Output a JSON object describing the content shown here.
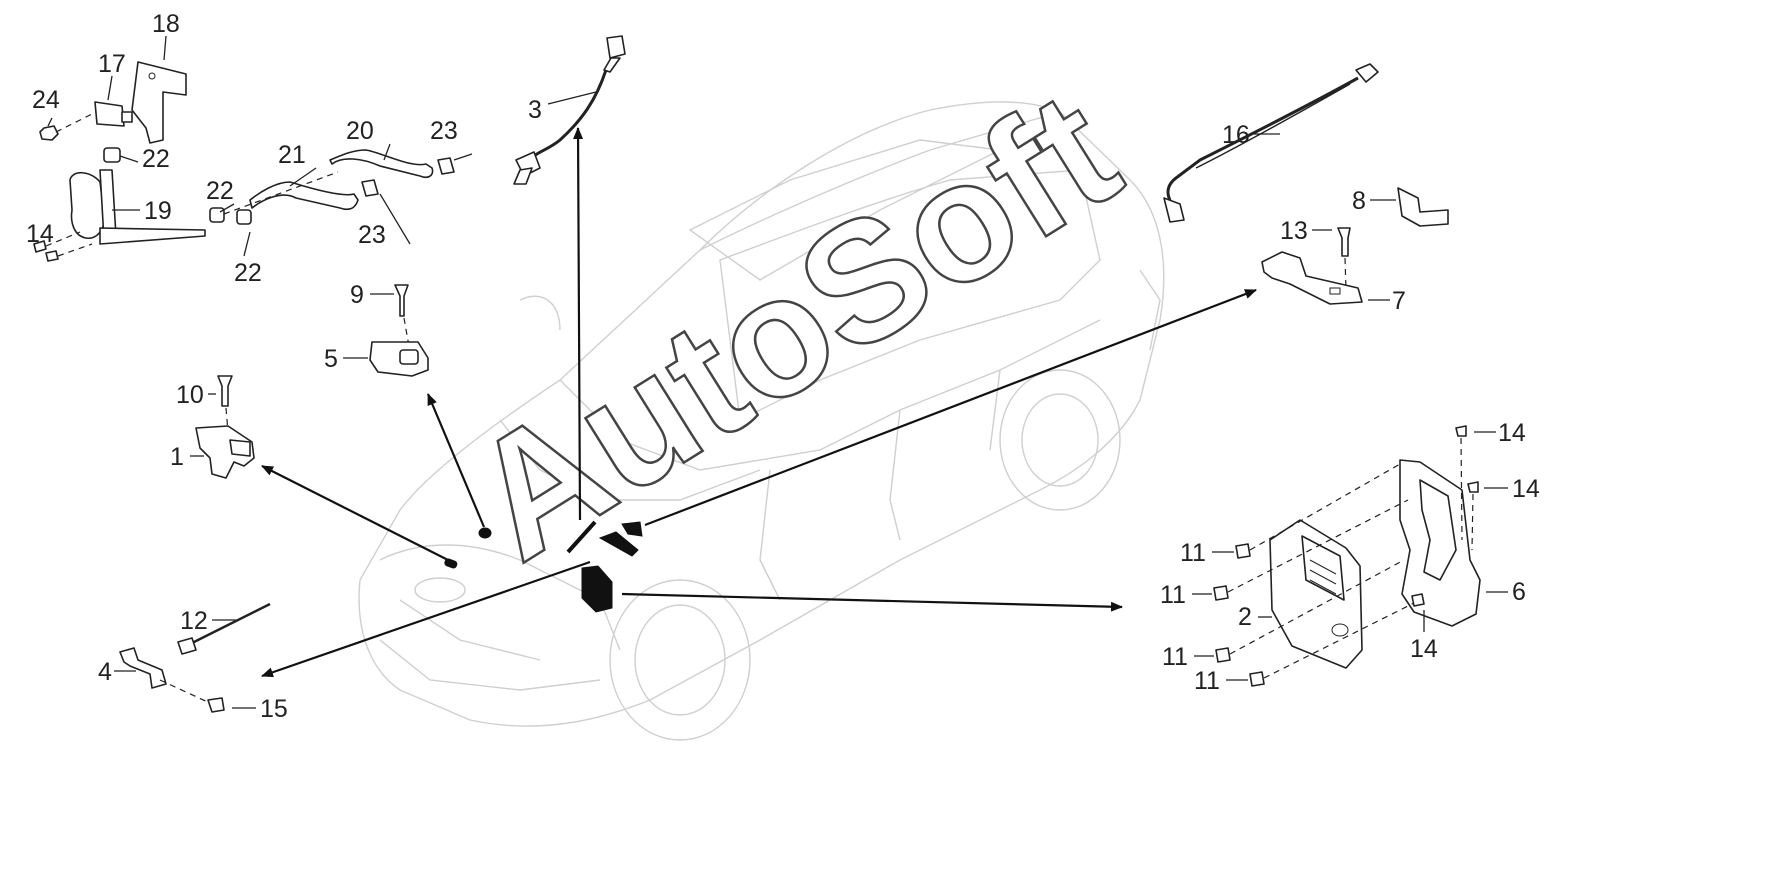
{
  "diagram": {
    "watermark": "AutoSoft",
    "callouts": {
      "c1": "1",
      "c2": "2",
      "c3": "3",
      "c4": "4",
      "c5": "5",
      "c6": "6",
      "c7": "7",
      "c8": "8",
      "c9": "9",
      "c10": "10",
      "c11a": "11",
      "c11b": "11",
      "c11c": "11",
      "c11d": "11",
      "c12": "12",
      "c13": "13",
      "c14a": "14",
      "c14b": "14",
      "c14c": "14",
      "c14d": "14",
      "c15": "15",
      "c16": "16",
      "c17": "17",
      "c18": "18",
      "c19": "19",
      "c20": "20",
      "c21": "21",
      "c22a": "22",
      "c22b": "22",
      "c22c": "22",
      "c23a": "23",
      "c23b": "23",
      "c24": "24"
    }
  }
}
